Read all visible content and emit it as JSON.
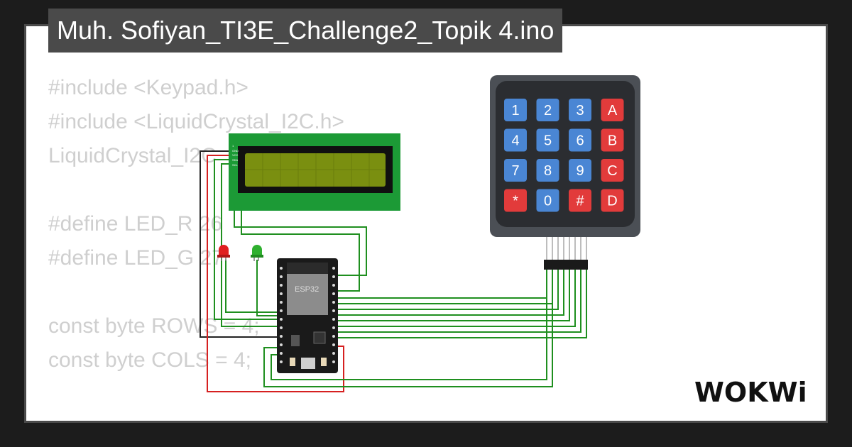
{
  "window": {
    "title": "Muh. Sofiyan_TI3E_Challenge2_Topik 4.ino"
  },
  "code": {
    "lines": [
      "#include <Keypad.h>",
      "#include <LiquidCrystal_I2C.h>",
      "LiquidCrystal_I2C",
      "",
      "#define LED_R 26",
      "#define LED_G 27",
      "",
      "const byte ROWS = 4;",
      "const byte COLS = 4;"
    ]
  },
  "lcd": {
    "pins": [
      "1",
      "GND",
      "VCC",
      "SDA",
      "SCL"
    ]
  },
  "board": {
    "label": "ESP32"
  },
  "keypad": {
    "keys": [
      "1",
      "2",
      "3",
      "A",
      "4",
      "5",
      "6",
      "B",
      "7",
      "8",
      "9",
      "C",
      "*",
      "0",
      "#",
      "D"
    ]
  },
  "leds": [
    {
      "color": "red"
    },
    {
      "color": "green"
    }
  ],
  "brand": {
    "logo": "WOKWi"
  },
  "colors": {
    "frame": "#1c1c1c",
    "title_bg": "#4a4a4a",
    "wire_green": "#1f8f1f",
    "wire_red": "#d62020",
    "key_blue": "#4a86d4",
    "key_red": "#e23b3b",
    "lcd_pcb": "#1c9a36",
    "lcd_screen": "#7a8f10"
  }
}
